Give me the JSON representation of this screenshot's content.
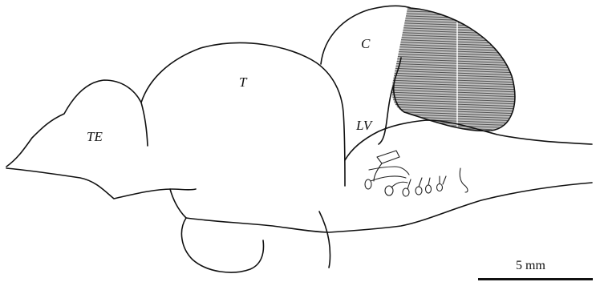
{
  "labels": {
    "telencephalon": "TE",
    "tectum": "T",
    "cerebellum": "C",
    "lobus_vagi": "LV"
  },
  "scale_bar": {
    "text": "5 mm"
  },
  "colors": {
    "line": "#111111",
    "hatch": "#555555",
    "background": "#ffffff"
  }
}
